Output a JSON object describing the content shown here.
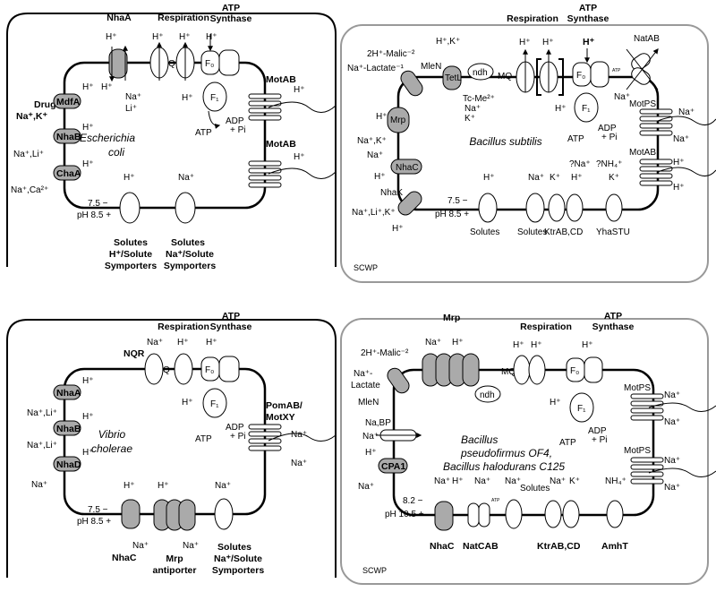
{
  "panels": {
    "ecoli": {
      "species_line1": "Escherichia",
      "species_line2": "coli",
      "top": {
        "nhaA": "NhaA",
        "respiration": "Respiration",
        "atp1": "ATP",
        "atp2": "Synthase"
      },
      "h": "H⁺",
      "q": "Q",
      "f0": "F₀",
      "f1": "F₁",
      "na": "Na⁺",
      "li": "Li⁺",
      "motab": "MotAB",
      "adp": "ADP",
      "pi": "+ Pi",
      "atp": "ATP",
      "drugs1": "Drugs,",
      "drugs2": "Na⁺,K⁺",
      "mdfA": "MdfA",
      "nhaB": "NhaB",
      "chaA": "ChaA",
      "na_li": "Na⁺,Li⁺",
      "na_ca": "Na⁺,Ca²⁺",
      "ph_top": "7.5  −",
      "ph_bot": "pH 8.5  +",
      "solutes": "Solutes",
      "symp1": "H⁺/Solute",
      "symp2": "Symporters",
      "symp3": "Na⁺/Solute",
      "symp4": "Symporters"
    },
    "bsub": {
      "species": "Bacillus subtilis",
      "respiration": "Respiration",
      "atp1": "ATP",
      "atp2": "Synthase",
      "natab": "NatAB",
      "malic": "2H⁺-Malic⁻²",
      "lactate": "Na⁺-Lactate⁻¹",
      "mleN": "MleN",
      "hk": "H⁺,K⁺",
      "tetL": "TetL",
      "tcme": "Tc-Me²⁺",
      "na": "Na⁺",
      "k": "K⁺",
      "ndh": "ndh",
      "mq": "MQ",
      "h": "H⁺",
      "atp_small": "ATP",
      "f0": "F₀",
      "f1": "F₁",
      "adp": "ADP",
      "pi": "+ Pi",
      "atp": "ATP",
      "motps": "MotPS",
      "motab": "MotAB",
      "mrp": "Mrp",
      "nak": "Na⁺,K⁺",
      "nhaC": "NhaC",
      "nhaK": "NhaK",
      "nalik": "Na⁺,Li⁺,K⁺",
      "ph_top": "7.5  −",
      "ph_bot": "pH 8.5  +",
      "solutes": "Solutes",
      "ktr": "KtrAB,CD",
      "qna": "?Na⁺",
      "qnh4": "?NH₄⁺",
      "yhastu": "YhaSTU",
      "scwp": "SCWP"
    },
    "vibrio": {
      "species_line1": "Vibrio",
      "species_line2": "cholerae",
      "respiration": "Respiration",
      "atp1": "ATP",
      "atp2": "Synthase",
      "nqr": "NQR",
      "q": "Q",
      "h": "H⁺",
      "na": "Na⁺",
      "f0": "F₀",
      "f1": "F₁",
      "adp": "ADP",
      "pi": "+ Pi",
      "atp": "ATP",
      "pomab1": "PomAB/",
      "pomab2": "MotXY",
      "nhaA": "NhaA",
      "nhaB": "NhaB",
      "nhaD": "NhaD",
      "na_li": "Na⁺,Li⁺",
      "ph_top": "7.5  −",
      "ph_bot": "pH 8.5  +",
      "nhaC": "NhaC",
      "mrp1": "Mrp",
      "mrp2": "antiporter",
      "solutes": "Solutes",
      "symp1": "Na⁺/Solute",
      "symp2": "Symporters"
    },
    "bpf": {
      "species1": "Bacillus",
      "species2": "pseudofirmus OF4,",
      "species3": "Bacillus halodurans C125",
      "mrp": "Mrp",
      "respiration": "Respiration",
      "atp1": "ATP",
      "atp2": "Synthase",
      "malic": "2H⁺-Malic⁻²",
      "lactate1": "Na⁺-",
      "lactate2": "Lactate",
      "mleN": "MleN",
      "ndh": "ndh",
      "mq": "MQ",
      "h": "H⁺",
      "na": "Na⁺",
      "f0": "F₀",
      "f1": "F₁",
      "adp": "ADP",
      "pi": "+ Pi",
      "atp": "ATP",
      "motps1": "MotPS",
      "motps2": "MotPS",
      "nabp": "Na,BP",
      "cpa1": "CPA1",
      "ph_top": "8.2  −",
      "ph_bot": "pH 10.5 +",
      "k": "K⁺",
      "nh4": "NH₄⁺",
      "solutes": "Solutes",
      "nhaC": "NhaC",
      "natcab": "NatCAB",
      "ktr": "KtrAB,CD",
      "amht": "AmhT",
      "atp_small": "ATP",
      "scwp": "SCWP"
    }
  }
}
